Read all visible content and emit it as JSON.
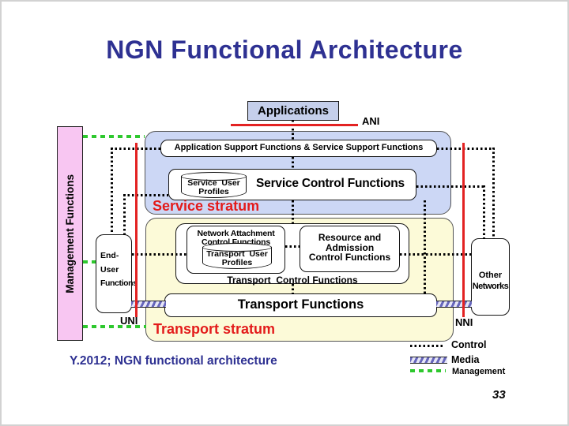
{
  "slide": {
    "title": "NGN Functional Architecture",
    "caption": "Y.2012; NGN functional architecture",
    "page_number": "33"
  },
  "colors": {
    "accent_blue": "#2e3192",
    "service_stratum_fill": "#ccd7f5",
    "transport_stratum_fill": "#fcfad8",
    "management_fill": "#f8c6f2",
    "applications_fill": "#c5cfeb",
    "interface_red": "#e32222",
    "management_green": "#2ec82e",
    "media_stripe_blue": "#6666bb"
  },
  "diagram": {
    "applications_label": "Applications",
    "interface_labels": {
      "ani": "ANI",
      "uni": "UNI",
      "nni": "NNI"
    },
    "management_label": "Management Functions",
    "end_user_lines": [
      "End-",
      "User",
      "Functions"
    ],
    "other_networks_lines": [
      "Other",
      "Networks"
    ],
    "service_stratum": {
      "label": "Service stratum",
      "app_support_label": "Application Support Functions & Service Support Functions",
      "service_control_label": "Service Control Functions",
      "service_user_profiles_lines": [
        "Service  User",
        "Profiles"
      ]
    },
    "transport_stratum": {
      "label": "Transport stratum",
      "nacf_lines": [
        "Network Attachment",
        "Control Functions"
      ],
      "transport_user_profiles_lines": [
        "Transport  User",
        "Profiles"
      ],
      "racf_lines": [
        "Resource and",
        "Admission",
        "Control Functions"
      ],
      "tcf_label": "Transport  Control Functions",
      "transport_functions_label": "Transport Functions"
    },
    "legend": {
      "control": "Control",
      "media": "Media",
      "management": "Management"
    }
  }
}
